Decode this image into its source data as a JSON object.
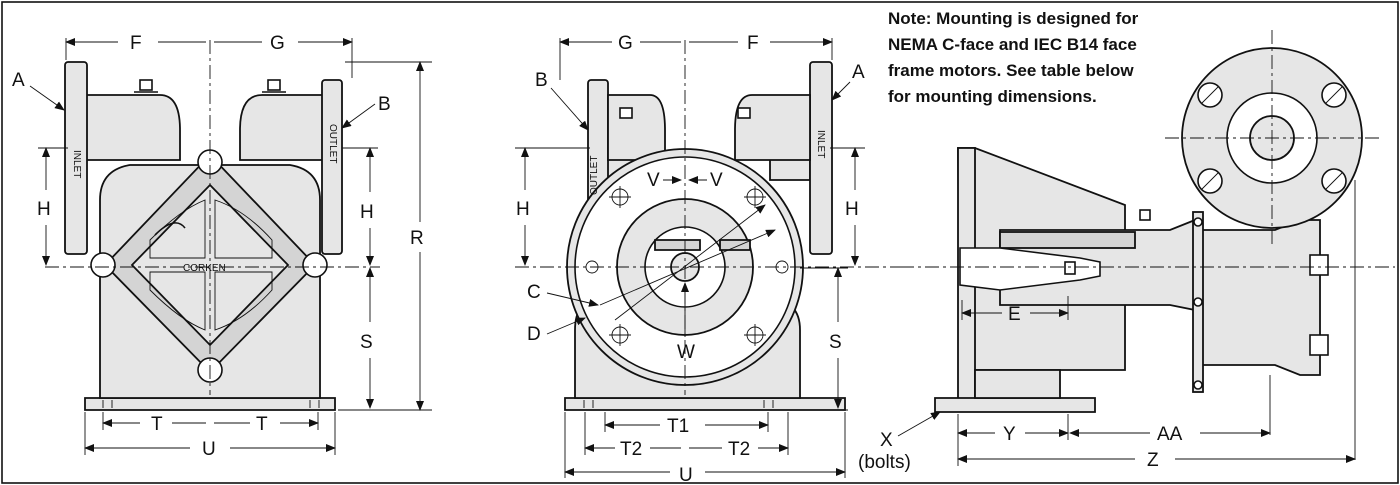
{
  "note": {
    "lines": [
      "Note: Mounting is designed for",
      "NEMA C-face and IEC B14 face",
      "frame motors. See table below",
      "for mounting dimensions."
    ]
  },
  "left_view": {
    "inlet": "INLET",
    "outlet": "OUTLET",
    "brand": "CORKEN",
    "dims": {
      "A": "A",
      "B": "B",
      "F": "F",
      "G": "G",
      "H_left": "H",
      "H_right": "H",
      "R": "R",
      "S": "S",
      "T_left": "T",
      "T_right": "T",
      "U": "U"
    }
  },
  "center_view": {
    "inlet": "INLET",
    "outlet": "OUTLET",
    "dims": {
      "A": "A",
      "B": "B",
      "G": "G",
      "F": "F",
      "H_left": "H",
      "H_right": "H",
      "V_left": "V",
      "V_right": "V",
      "C": "C",
      "D": "D",
      "W": "W",
      "S": "S",
      "T1": "T1",
      "T2_left": "T2",
      "T2_right": "T2",
      "U": "U"
    }
  },
  "right_view": {
    "dims": {
      "E": "E",
      "X": "X",
      "X_note": "(bolts)",
      "Y": "Y",
      "AA": "AA",
      "Z": "Z"
    }
  }
}
